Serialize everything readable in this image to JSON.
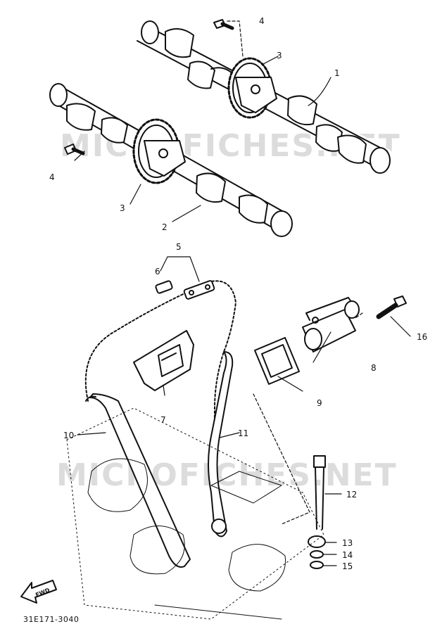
{
  "watermark": "MICROFICHES.NET",
  "diagram_code": "31E171-3040",
  "fwd_label": "FWD",
  "callouts": {
    "c1": "1",
    "c2": "2",
    "c3a": "3",
    "c3b": "3",
    "c4a": "4",
    "c4b": "4",
    "c5": "5",
    "c6": "6",
    "c7": "7",
    "c8": "8",
    "c9": "9",
    "c10": "10",
    "c11": "11",
    "c12": "12",
    "c13": "13",
    "c14": "14",
    "c15": "15",
    "c16": "16"
  }
}
